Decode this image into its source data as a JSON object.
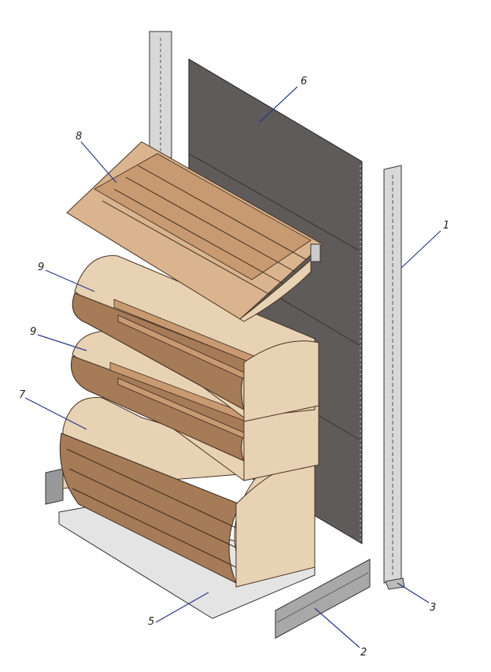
{
  "diagram": {
    "title": "Exploded view of shelving unit",
    "labels": [
      {
        "id": "upright-right",
        "text": "1"
      },
      {
        "id": "kickplate",
        "text": "2"
      },
      {
        "id": "foot",
        "text": "3"
      },
      {
        "id": "base-shelf",
        "text": "5"
      },
      {
        "id": "back-panel",
        "text": "6"
      },
      {
        "id": "bottom-bin",
        "text": "7"
      },
      {
        "id": "top-shelf",
        "text": "8"
      },
      {
        "id": "middle-shelf-upper",
        "text": "9"
      },
      {
        "id": "middle-shelf-lower",
        "text": "9"
      }
    ],
    "colors": {
      "panel": "#5e5b5a",
      "wood": "#d9b48e",
      "post": "#d8d8d8",
      "leader": "#2a3a8c"
    }
  }
}
